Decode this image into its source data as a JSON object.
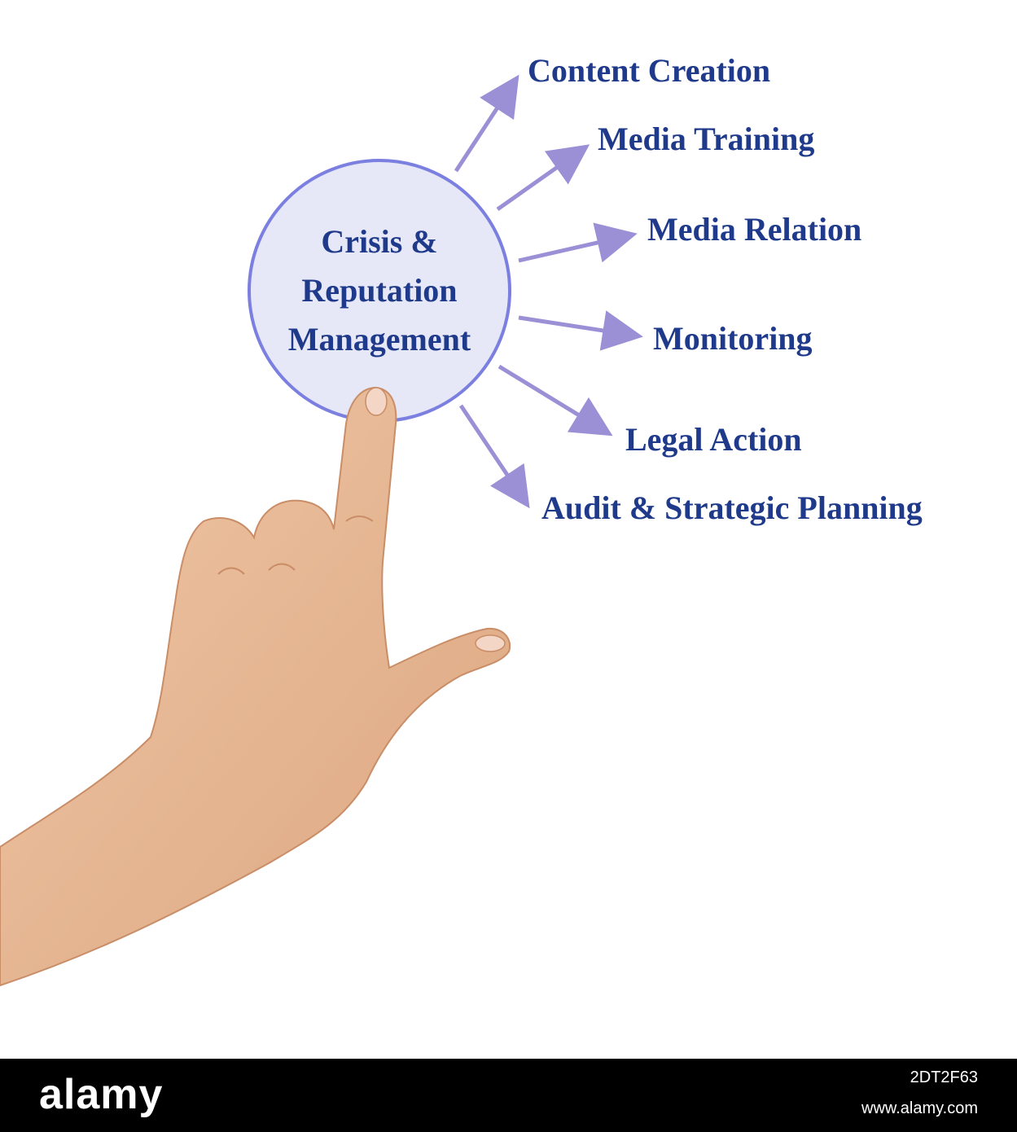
{
  "diagram": {
    "center": {
      "lines": [
        "Crisis &",
        "Reputation",
        "Management"
      ]
    },
    "branches": [
      {
        "label": "Content Creation"
      },
      {
        "label": "Media Training"
      },
      {
        "label": "Media Relation"
      },
      {
        "label": "Monitoring"
      },
      {
        "label": "Legal Action"
      },
      {
        "label": "Audit & Strategic Planning"
      }
    ],
    "colors": {
      "text": "#1f3a8a",
      "circle_fill": "#e6e7f7",
      "circle_stroke": "#7b7fe0",
      "arrow": "#9b8fd6",
      "skin": "#e8b894"
    }
  },
  "footer": {
    "logo": "alamy",
    "image_id": "2DT2F63",
    "site": "www.alamy.com"
  }
}
